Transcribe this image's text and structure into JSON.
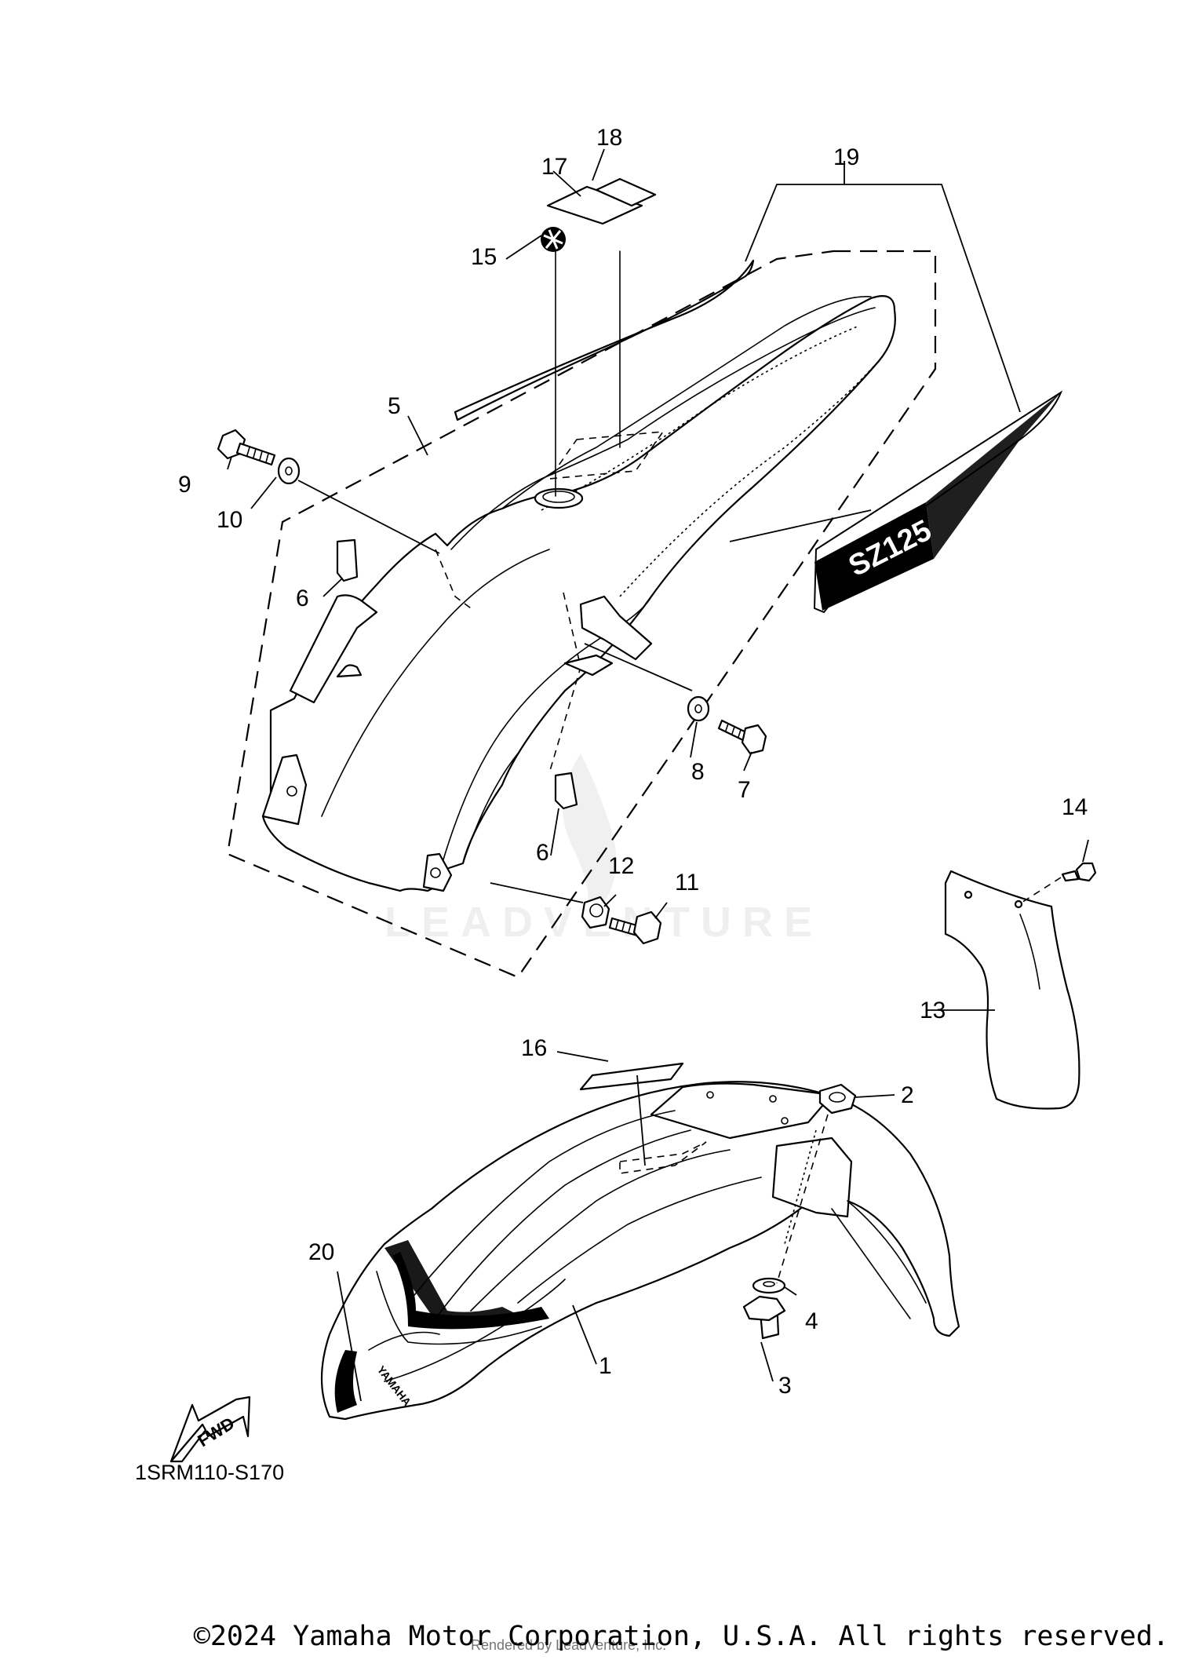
{
  "diagram": {
    "callouts": {
      "c1": "1",
      "c2": "2",
      "c3": "3",
      "c4": "4",
      "c5": "5",
      "c6a": "6",
      "c6b": "6",
      "c7": "7",
      "c8": "8",
      "c9": "9",
      "c10": "10",
      "c11": "11",
      "c12": "12",
      "c13": "13",
      "c14": "14",
      "c15": "15",
      "c16": "16",
      "c17": "17",
      "c18": "18",
      "c19": "19",
      "c20": "20"
    },
    "fwd_label": "FWD",
    "decal_model": "SZ125",
    "fender_brand": "YAMAHA",
    "diagram_code": "1SRM110-S170",
    "watermark": "LEADVENTURE"
  },
  "footer": {
    "copyright": "©2024 Yamaha Motor Corporation, U.S.A. All rights reserved.",
    "rendered_by": "Rendered by LeadVenture, Inc."
  }
}
